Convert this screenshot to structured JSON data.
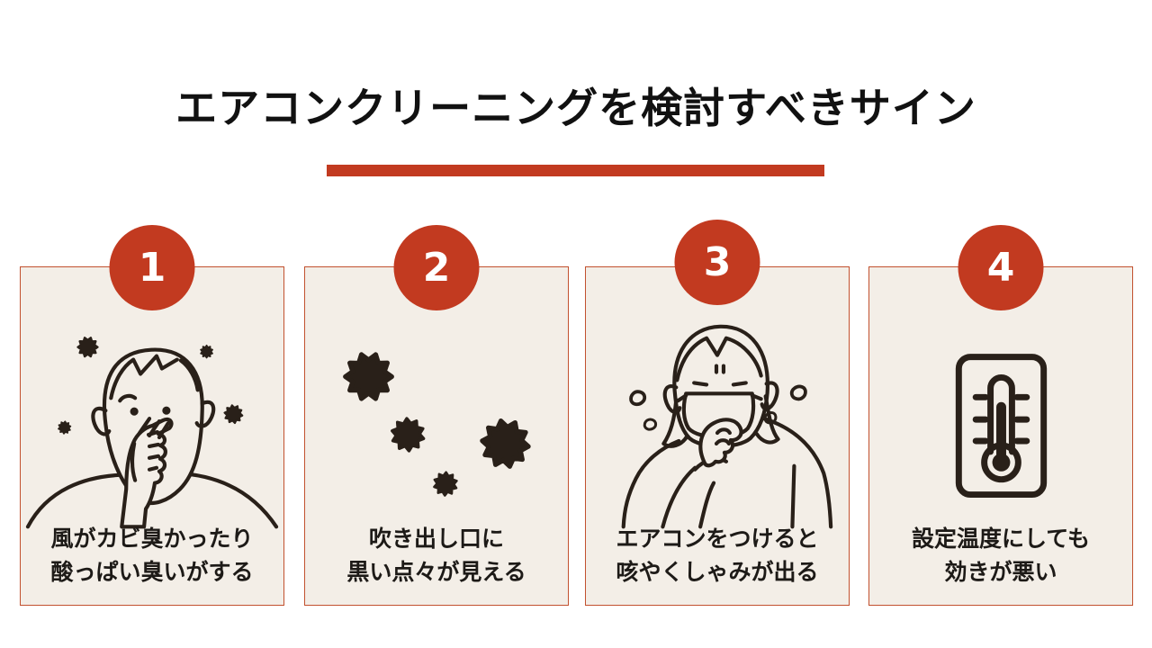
{
  "slide": {
    "title": "エアコンクリーニングを検討すべきサイン"
  },
  "theme": {
    "accent": "#c23a20",
    "card-bg": "#f3eee7",
    "card-border": "#c2512f",
    "ink": "#292019",
    "text": "#1d1a17",
    "page-bg": "#ffffff",
    "badge-text": "#ffffff"
  },
  "cards": [
    {
      "number": "1",
      "icon": "person-pinching-nose-icon",
      "caption_line1": "風がカビ臭かったり",
      "caption_line2": "酸っぱい臭いがする"
    },
    {
      "number": "2",
      "icon": "black-mold-spots-icon",
      "caption_line1": "吹き出し口に",
      "caption_line2": "黒い点々が見える"
    },
    {
      "number": "3",
      "icon": "person-coughing-with-mask-icon",
      "caption_line1": "エアコンをつけると",
      "caption_line2": "咳やくしゃみが出る"
    },
    {
      "number": "4",
      "icon": "thermometer-icon",
      "caption_line1": "設定温度にしても",
      "caption_line2": "効きが悪い"
    }
  ]
}
